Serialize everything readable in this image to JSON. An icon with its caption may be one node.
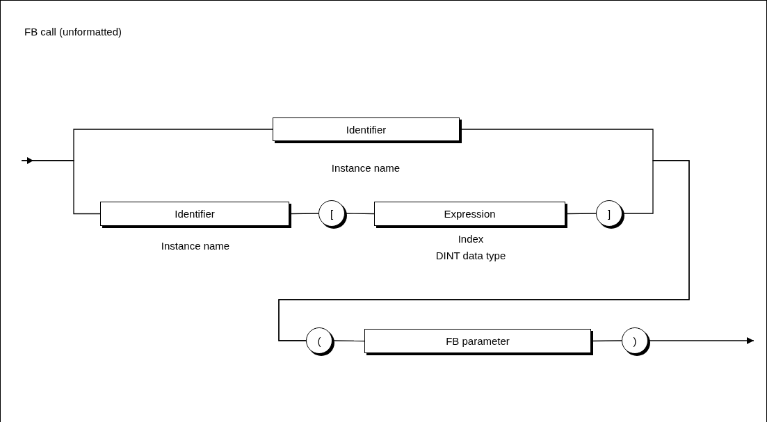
{
  "diagram": {
    "title": "FB call (unformatted)",
    "nodes": [
      {
        "text": [
          "Identifier"
        ],
        "beside": [
          "Instance name"
        ]
      },
      {
        "text": [
          "Identifier"
        ],
        "beside": [
          "Instance name"
        ]
      },
      {
        "text": [
          "["
        ]
      },
      {
        "text": [
          "Expression"
        ],
        "beside": [
          "Index",
          "DINT data type"
        ]
      },
      {
        "text": [
          "]"
        ]
      },
      {
        "text": [
          "("
        ]
      },
      {
        "text": [
          "FB parameter"
        ]
      },
      {
        "text": [
          ")"
        ]
      }
    ],
    "edges": [
      {
        "from": null,
        "to": 0,
        "arrow": "none"
      },
      {
        "from": null,
        "to": 1,
        "arrow": "none"
      },
      {
        "from": 1,
        "to": 2,
        "arrow": "none"
      },
      {
        "from": 2,
        "to": 3,
        "arrow": "none"
      },
      {
        "from": 3,
        "to": 4,
        "arrow": "none"
      },
      {
        "from": 0,
        "to": 5,
        "arrow": "none"
      },
      {
        "from": 4,
        "to": 5,
        "arrow": "none"
      },
      {
        "from": 5,
        "to": 6,
        "arrow": "none"
      },
      {
        "from": 6,
        "to": 7,
        "arrow": "none"
      },
      {
        "from": 7,
        "to": null,
        "arrow": "to"
      }
    ]
  }
}
